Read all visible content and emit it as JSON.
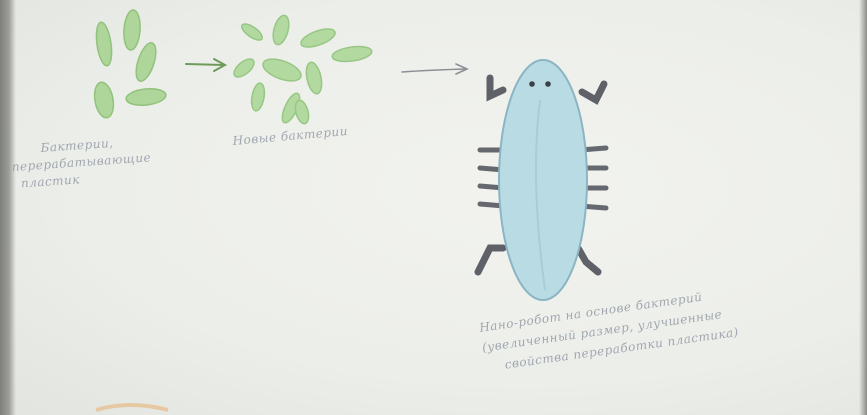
{
  "drawing": {
    "bacteria_caption": [
      "Бактерии,",
      "перерабатывающие",
      "пластик"
    ],
    "new_bacteria_caption": "Новые бактерии",
    "robot_caption": [
      "Нано-робот на основе бактерий",
      "(увеличенный размер, улучшенные",
      "свойства переработки пластика)"
    ]
  },
  "colors": {
    "bacteria_green": "#a9d394",
    "bacteria_outline": "#8fbf78",
    "arrow_green": "#6f9a5a",
    "arrow_gray": "#8d8d95",
    "robot_body": "#b7dbe3",
    "robot_legs": "#5d5f66",
    "pencil_text": "#a1a7b0"
  }
}
